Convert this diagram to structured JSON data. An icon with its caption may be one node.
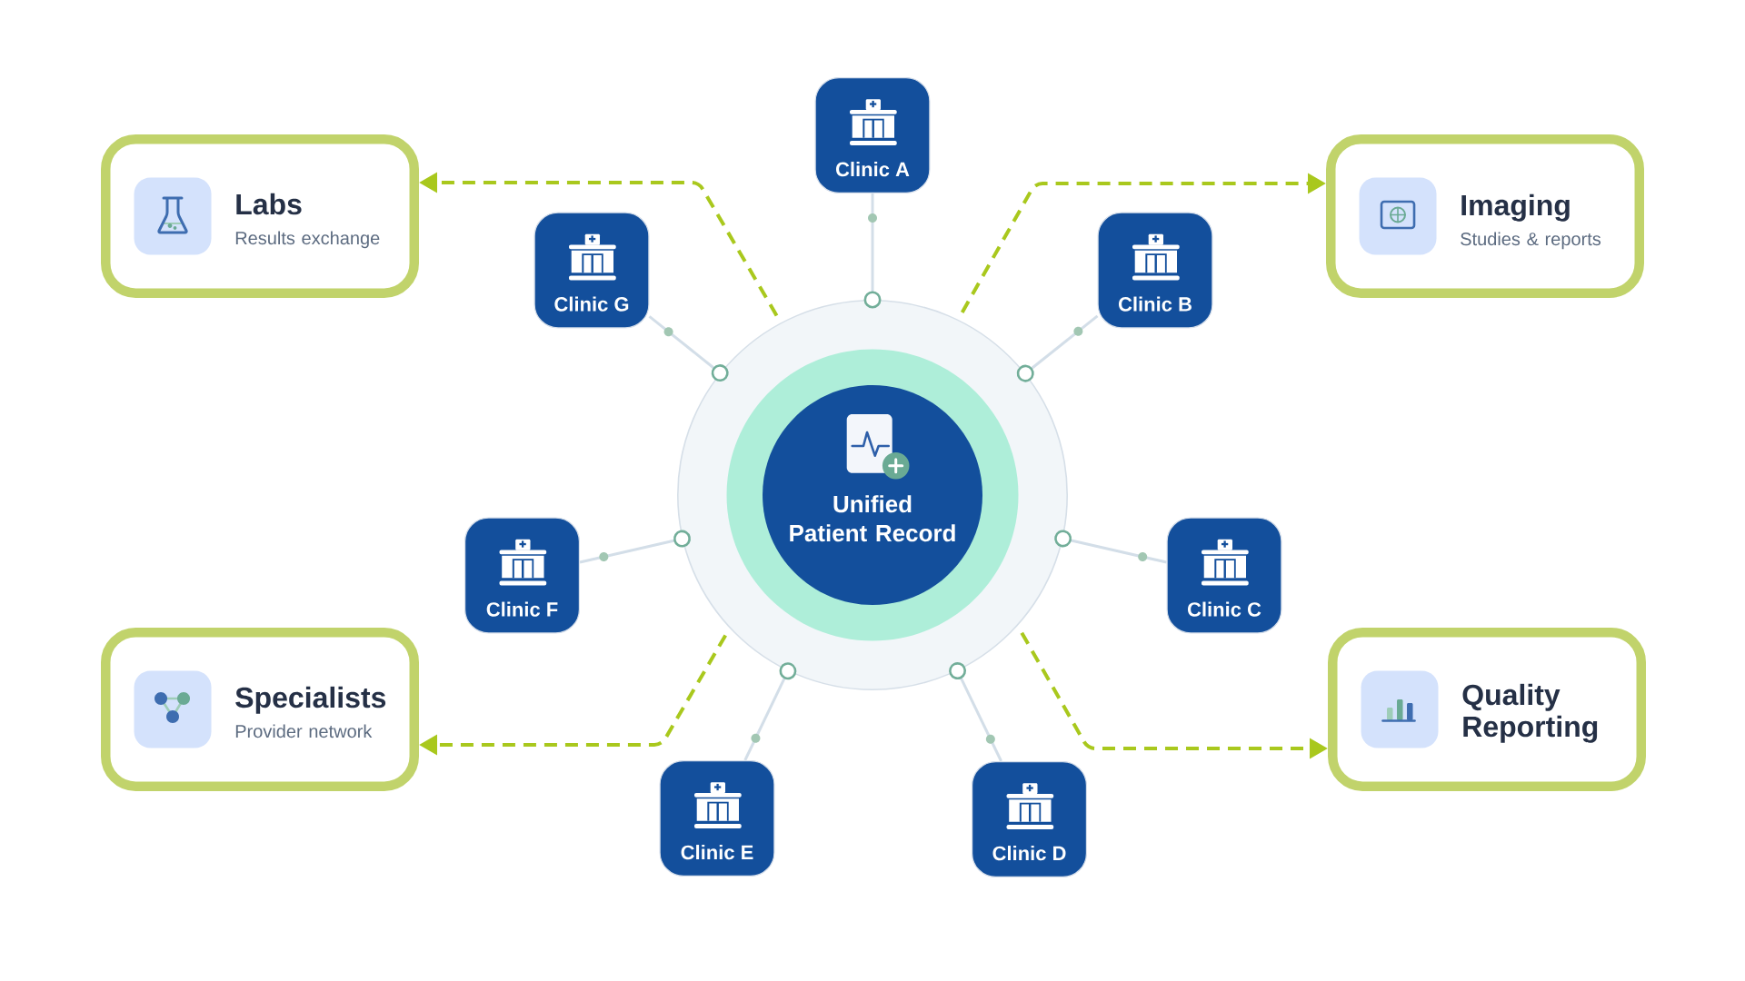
{
  "diagram": {
    "nodes": [
      {
        "text": [
          "Clinic A"
        ]
      },
      {
        "text": [
          "Labs",
          "Results exchange"
        ]
      },
      {
        "text": [
          "Imaging",
          "Studies & reports"
        ]
      },
      {
        "text": [
          "Clinic G"
        ]
      },
      {
        "text": [
          "Clinic B"
        ]
      },
      {
        "text": [
          "Unified Patient Record"
        ]
      },
      {
        "text": [
          "Clinic F"
        ]
      },
      {
        "text": [
          "Clinic C"
        ]
      },
      {
        "text": [
          "Specialists",
          "Provider network"
        ]
      },
      {
        "text": [
          "Quality Reporting"
        ]
      },
      {
        "text": [
          "Clinic E"
        ]
      },
      {
        "text": [
          "Clinic D"
        ]
      }
    ],
    "edges": [
      {
        "from": 0,
        "to": 5,
        "arrow": "other"
      },
      {
        "from": 4,
        "to": 5,
        "arrow": "other"
      },
      {
        "from": 7,
        "to": 5,
        "arrow": "other"
      },
      {
        "from": 11,
        "to": 5,
        "arrow": "other"
      },
      {
        "from": 10,
        "to": 5,
        "arrow": "other"
      },
      {
        "from": 6,
        "to": 5,
        "arrow": "other"
      },
      {
        "from": 3,
        "to": 5,
        "arrow": "other"
      },
      {
        "from": 5,
        "to": 1,
        "arrow": "to",
        "style": "dashed",
        "color": "#a9c81d"
      },
      {
        "from": 5,
        "to": 2,
        "arrow": "to",
        "style": "dashed",
        "color": "#a9c81d"
      },
      {
        "from": 5,
        "to": 8,
        "arrow": "to",
        "style": "dashed",
        "color": "#a9c81d"
      },
      {
        "from": 5,
        "to": 9,
        "arrow": "to",
        "style": "dashed",
        "color": "#a9c81d"
      }
    ]
  }
}
